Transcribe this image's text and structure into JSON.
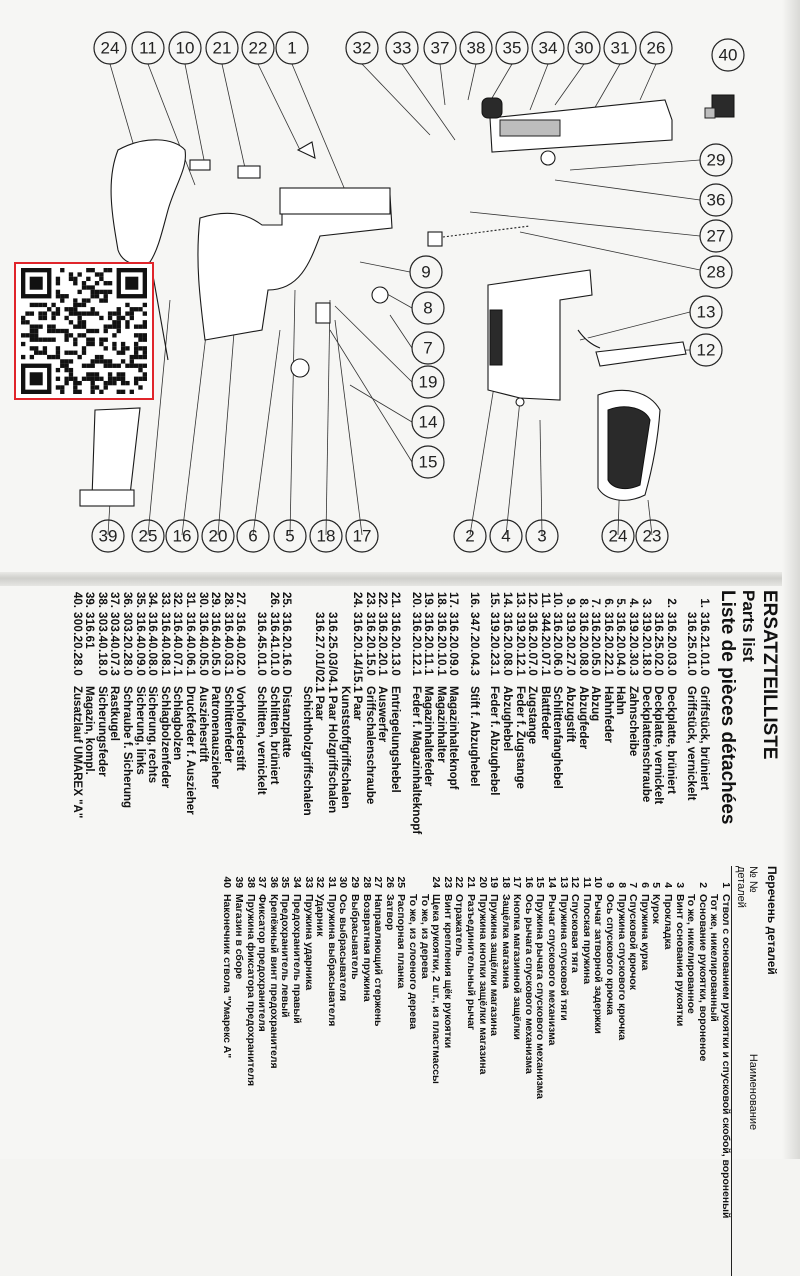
{
  "callouts_top": [
    "24",
    "11",
    "10",
    "21",
    "22",
    "1",
    "32",
    "33",
    "37",
    "38",
    "35",
    "34",
    "30",
    "31",
    "26",
    "40"
  ],
  "callouts_right": [
    "29",
    "36",
    "27",
    "28",
    "9",
    "8",
    "7",
    "19",
    "14",
    "15",
    "13",
    "12"
  ],
  "callouts_bottom": [
    "39",
    "25",
    "16",
    "20",
    "6",
    "5",
    "18",
    "17",
    "2",
    "4",
    "3",
    "24",
    "23"
  ],
  "parts_list": {
    "title_de": "ERSATZTEILLISTE",
    "title_en": "Parts list",
    "title_fr": "Liste de pièces détachées",
    "rows": [
      {
        "num": "1.",
        "art": "316.21.01.0",
        "desc": "Griffstück, brüniert"
      },
      {
        "num": "",
        "art": "316.25.01.0",
        "desc": "Griffstück, vernickelt"
      },
      {
        "num": "2.",
        "art": "316.20.03.0",
        "desc": "Deckplatte, brüniert",
        "gap": true
      },
      {
        "num": "",
        "art": "316.25.02.0",
        "desc": "Deckplatte, vernickelt"
      },
      {
        "num": "3.",
        "art": "319.20.18.0",
        "desc": "Deckplattenschraube"
      },
      {
        "num": "4.",
        "art": "319.20.30.3",
        "desc": "Zahnscheibe"
      },
      {
        "num": "5.",
        "art": "316.20.04.0",
        "desc": "Hahn"
      },
      {
        "num": "6.",
        "art": "316.20.22.1",
        "desc": "Hahnfeder"
      },
      {
        "num": "7.",
        "art": "316.20.05.0",
        "desc": "Abzug"
      },
      {
        "num": "8.",
        "art": "316.20.08.0",
        "desc": "Abzugfeder"
      },
      {
        "num": "9.",
        "art": "319.20.27.0",
        "desc": "Abzugstift"
      },
      {
        "num": "10.",
        "art": "316.20.06.0",
        "desc": "Schlittenfanghebel"
      },
      {
        "num": "11.",
        "art": "344.20.07.1",
        "desc": "Blattfeder"
      },
      {
        "num": "12.",
        "art": "316.20.07.0",
        "desc": "Zugstange"
      },
      {
        "num": "13.",
        "art": "319.20.12.1",
        "desc": "Feder f. Zugstange"
      },
      {
        "num": "14.",
        "art": "316.20.08.0",
        "desc": "Abzughebel"
      },
      {
        "num": "15.",
        "art": "319.20.23.1",
        "desc": "Feder f. Abzughebel"
      },
      {
        "num": "16.",
        "art": "347.20.04.3",
        "desc": "Stift f. Abzughebel",
        "gap": true
      },
      {
        "num": "17.",
        "art": "316.20.09.0",
        "desc": "Magazinhalteknopf",
        "gap": true
      },
      {
        "num": "18.",
        "art": "316.20.10.1",
        "desc": "Magazinhalter"
      },
      {
        "num": "19.",
        "art": "316.20.11.1",
        "desc": "Magazinhaltefeder"
      },
      {
        "num": "20.",
        "art": "316.20.12.1",
        "desc": "Feder f. Magazinhalteknopf"
      },
      {
        "num": "21.",
        "art": "316.20.13.0",
        "desc": "Entriegelungshebel",
        "gap": true
      },
      {
        "num": "22.",
        "art": "316.20.20.1",
        "desc": "Auswerfer"
      },
      {
        "num": "23.",
        "art": "316.20.15.0",
        "desc": "Griffschalenschraube"
      },
      {
        "num": "24.",
        "art": "316.20.14/15.1",
        "desc": "1 Paar Kunststoffgriffschalen"
      },
      {
        "num": "",
        "art": "316.25.03/04.1",
        "desc": "1 Paar Holzgriffschalen"
      },
      {
        "num": "",
        "art": "316.27.01/02.1",
        "desc": "1 Paar Schichtholzgriffschalen"
      },
      {
        "num": "25.",
        "art": "316.20.16.0",
        "desc": "Distanzplatte",
        "gap": true
      },
      {
        "num": "26.",
        "art": "316.41.01.0",
        "desc": "Schlitten, brüniert"
      },
      {
        "num": "",
        "art": "316.45.01.0",
        "desc": "Schlitten, vernickelt"
      },
      {
        "num": "27.",
        "art": "316.40.02.0",
        "desc": "Vorholfederstift",
        "gap": true
      },
      {
        "num": "28.",
        "art": "316.40.03.1",
        "desc": "Schlittenfeder"
      },
      {
        "num": "29.",
        "art": "316.40.05.0",
        "desc": "Patronenauszieher"
      },
      {
        "num": "30.",
        "art": "316.40.05.0",
        "desc": "Ausziehesrtift"
      },
      {
        "num": "31.",
        "art": "316.40.06.1",
        "desc": "Druckfeder f. Auszieher"
      },
      {
        "num": "32.",
        "art": "316.40.07.1",
        "desc": "Schlagbolzen"
      },
      {
        "num": "33.",
        "art": "316.40.08.1",
        "desc": "Schlagbolzenfeder"
      },
      {
        "num": "34.",
        "art": "316.40.08.0",
        "desc": "Sicherung, rechts"
      },
      {
        "num": "35.",
        "art": "316.40.09.0",
        "desc": "Sicherung, links"
      },
      {
        "num": "36.",
        "art": "303.20.28.0",
        "desc": "Schraube f. Sicherung"
      },
      {
        "num": "37.",
        "art": "303.40.07.3",
        "desc": "Rastkugel"
      },
      {
        "num": "38.",
        "art": "303.40.18.0",
        "desc": "Sicherungsfeder"
      },
      {
        "num": "39.",
        "art": "316.61",
        "desc": "Magazin, kompl."
      },
      {
        "num": "40.",
        "art": "300.20.28.0",
        "desc": "Zusatzlauf UMAREX \"A\""
      }
    ]
  },
  "russian": {
    "title": "Перечень деталей",
    "col_no": "№ № деталей",
    "col_name": "Наименование",
    "rows": [
      {
        "n": "1",
        "t": "Ствол с основанием рукоятки и спусковой скобой, вороненый"
      },
      {
        "n": "",
        "t": "Тот же, никелированный"
      },
      {
        "n": "2",
        "t": "Основание рукоятки, вороненое"
      },
      {
        "n": "",
        "t": "То же, никелированное"
      },
      {
        "n": "3",
        "t": "Винт основания рукоятки"
      },
      {
        "n": "4",
        "t": "Прокладка"
      },
      {
        "n": "5",
        "t": "Курок"
      },
      {
        "n": "6",
        "t": "Пружина курка"
      },
      {
        "n": "7",
        "t": "Спусковой крючок"
      },
      {
        "n": "8",
        "t": "Пружина спускового крючка"
      },
      {
        "n": "9",
        "t": "Ось спускового крючка"
      },
      {
        "n": "10",
        "t": "Рычаг затворной задержки"
      },
      {
        "n": "11",
        "t": "Плоская пружина"
      },
      {
        "n": "12",
        "t": "Спусковая тяга"
      },
      {
        "n": "13",
        "t": "Пружина спусковой тяги"
      },
      {
        "n": "14",
        "t": "Рычаг спускового механизма"
      },
      {
        "n": "15",
        "t": "Пружина рычага спускового механизма"
      },
      {
        "n": "16",
        "t": "Ось рычага спускового механизма"
      },
      {
        "n": "17",
        "t": "Кнопка магазинной защёлки"
      },
      {
        "n": "18",
        "t": "Защёлка магазина"
      },
      {
        "n": "19",
        "t": "Пружина защёлки магазина"
      },
      {
        "n": "20",
        "t": "Пружина кнопки защёлки магазина"
      },
      {
        "n": "21",
        "t": "Разъединительный рычаг"
      },
      {
        "n": "22",
        "t": "Отражатель"
      },
      {
        "n": "23",
        "t": "Винт крепления щёк рукоятки"
      },
      {
        "n": "24",
        "t": "Щека рукоятки, 2 шт., из пластмассы"
      },
      {
        "n": "",
        "t": "То же, из дерева"
      },
      {
        "n": "",
        "t": "То же, из слоеного дерева"
      },
      {
        "n": "25",
        "t": "Распорная планка"
      },
      {
        "n": "26",
        "t": "Затвор"
      },
      {
        "n": "27",
        "t": "Направляющий стержень"
      },
      {
        "n": "28",
        "t": "Возвратная пружина"
      },
      {
        "n": "29",
        "t": "Выбрасыватель"
      },
      {
        "n": "30",
        "t": "Ось выбрасывателя"
      },
      {
        "n": "31",
        "t": "Пружина выбрасывателя"
      },
      {
        "n": "32",
        "t": "Ударник"
      },
      {
        "n": "33",
        "t": "Пружина ударника"
      },
      {
        "n": "34",
        "t": "Предохранитель правый"
      },
      {
        "n": "35",
        "t": "Предохранитель левый"
      },
      {
        "n": "36",
        "t": "Крепёжный винт предохранителя"
      },
      {
        "n": "37",
        "t": "Фиксатор предохранителя"
      },
      {
        "n": "38",
        "t": "Пружина фиксатора предохранителя"
      },
      {
        "n": "39",
        "t": "Магазин в сборе"
      },
      {
        "n": "40",
        "t": "Наконечник ствола \"Умарекс А\""
      }
    ]
  }
}
